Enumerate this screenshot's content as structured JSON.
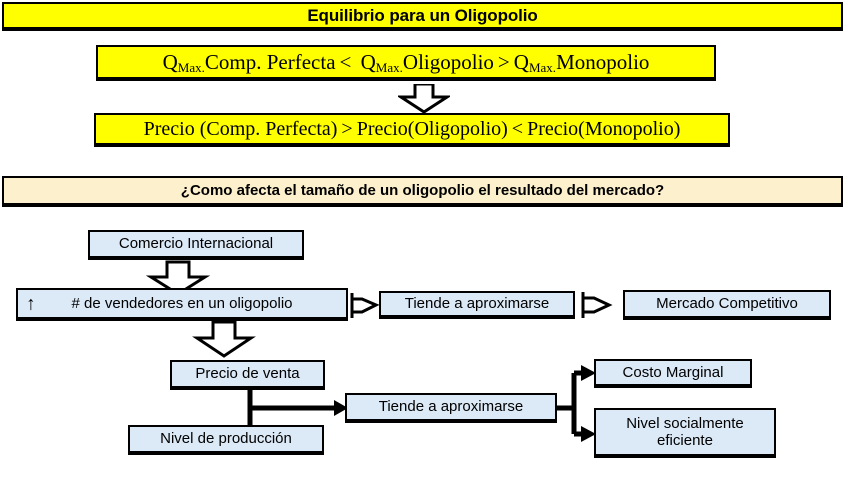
{
  "section_equilibrium": {
    "title": "Equilibrio para un Oligopolio",
    "formula_quantity": {
      "term1_base": "Q",
      "term1_sub": "Max.",
      "term1_rest": "Comp. Perfecta",
      "op1": "<",
      "term2_base": "Q",
      "term2_sub": "Max.",
      "term2_rest": "Oligopolio",
      "op2": ">",
      "term3_base": "Q",
      "term3_sub": "Max.",
      "term3_rest": "Monopolio",
      "plain_text": "Q(Max.) Comp. Perfecta < Q(Max.) Oligopolio > Q(Max.) Monopolio"
    },
    "formula_price": {
      "term1": "Precio (Comp. Perfecta)",
      "op1": ">",
      "term2": "Precio(Oligopolio)",
      "op2": "<",
      "term3": "Precio(Monopolio)",
      "plain_text": "Precio (Comp. Perfecta) > Precio(Oligopolio) < Precio(Monopolio)"
    },
    "connector_arrow": "block-arrow-down"
  },
  "section_market_size": {
    "question": "¿Como afecta el tamaño de un oligopolio el resultado del mercado?",
    "nodes": {
      "comercio_internacional": "Comercio Internacional",
      "vendedores": "# de vendedores en un oligopolio",
      "vendedores_badge": "↑",
      "tiende_1": "Tiende a aproximarse",
      "mercado_competitivo": "Mercado Competitivo",
      "precio_de_venta": "Precio de venta",
      "nivel_de_produccion": "Nivel de producción",
      "tiende_2": "Tiende a aproximarse",
      "costo_marginal": "Costo Marginal",
      "nivel_socialmente_eficiente": "Nivel socialmente\neficiente",
      "nivel_socialmente_eficiente_line1": "Nivel socialmente",
      "nivel_socialmente_eficiente_line2": "eficiente"
    }
  },
  "colors": {
    "banner_yellow": "#ffff00",
    "banner_cream": "#fdf0cd",
    "node_blue": "#dce9f7",
    "outline_black": "#000000",
    "page_white": "#ffffff"
  }
}
